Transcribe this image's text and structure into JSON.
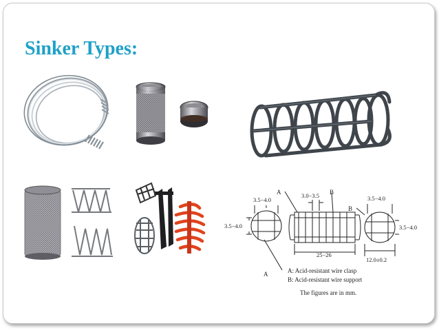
{
  "slide": {
    "title": "Sinker Types:"
  },
  "diagram": {
    "labels": {
      "a_top": "A",
      "b_top": "B",
      "b_right": "B",
      "a_bottom": "A",
      "dim_left_top": "3.5−4.0",
      "dim_center_top": "3.0−3.5",
      "dim_right_top": "3.5−4.0",
      "dim_left_side": "3.5−4.0",
      "dim_right_side": "3.5−4.0",
      "dim_length": "25−26",
      "dim_height": "12.0±0.2"
    },
    "legend": {
      "a": "A:  Acid-resistant wire clasp",
      "b": "B:  Acid-resistant wire support",
      "note": "The figures are in mm."
    }
  }
}
